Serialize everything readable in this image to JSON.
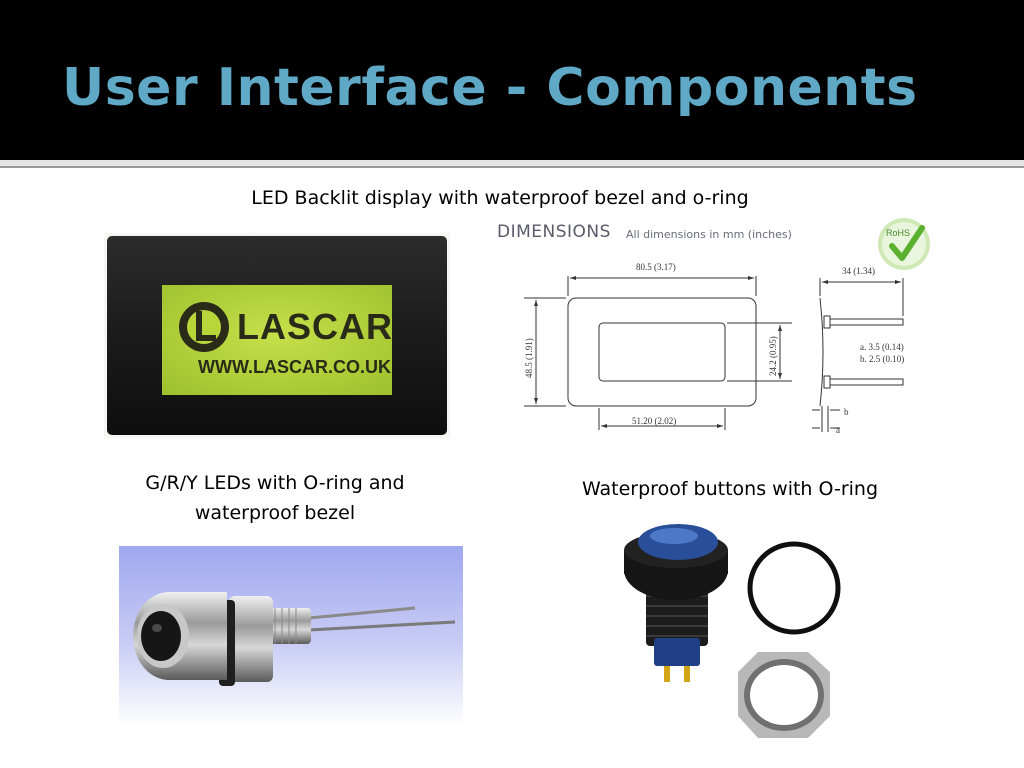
{
  "slide": {
    "title": "User Interface - Components"
  },
  "captions": {
    "lcd": "LED Backlit display with waterproof bezel and o-ring",
    "led_line1": "G/R/Y LEDs with O-ring and",
    "led_line2": "waterproof bezel",
    "buttons": "Waterproof buttons with O-ring"
  },
  "lcd_photo": {
    "brand": "LASCAR",
    "url": "WWW.LASCAR.CO.UK"
  },
  "dimensions_drawing": {
    "heading": "DIMENSIONS",
    "subheading": "All dimensions in mm (inches)",
    "badge": "RoHS",
    "width_label": "80.5  (3.17)",
    "height_label": "48.5  (1.91)",
    "window_height_label": "24.2  (0.95)",
    "window_width_label": "51.20  (2.02)",
    "depth_label": "34  (1.34)",
    "note_a": "a.   3.5  (0.14)",
    "note_b": "b.   2.5  (0.10)",
    "mark_a": "a",
    "mark_b": "b"
  },
  "colors": {
    "title": "#5fa9c6",
    "header_bg": "#000000",
    "lcd_screen": "#b8d63a",
    "led_bg_top": "#9fa8ef",
    "button_cap": "#2a4f9a"
  }
}
